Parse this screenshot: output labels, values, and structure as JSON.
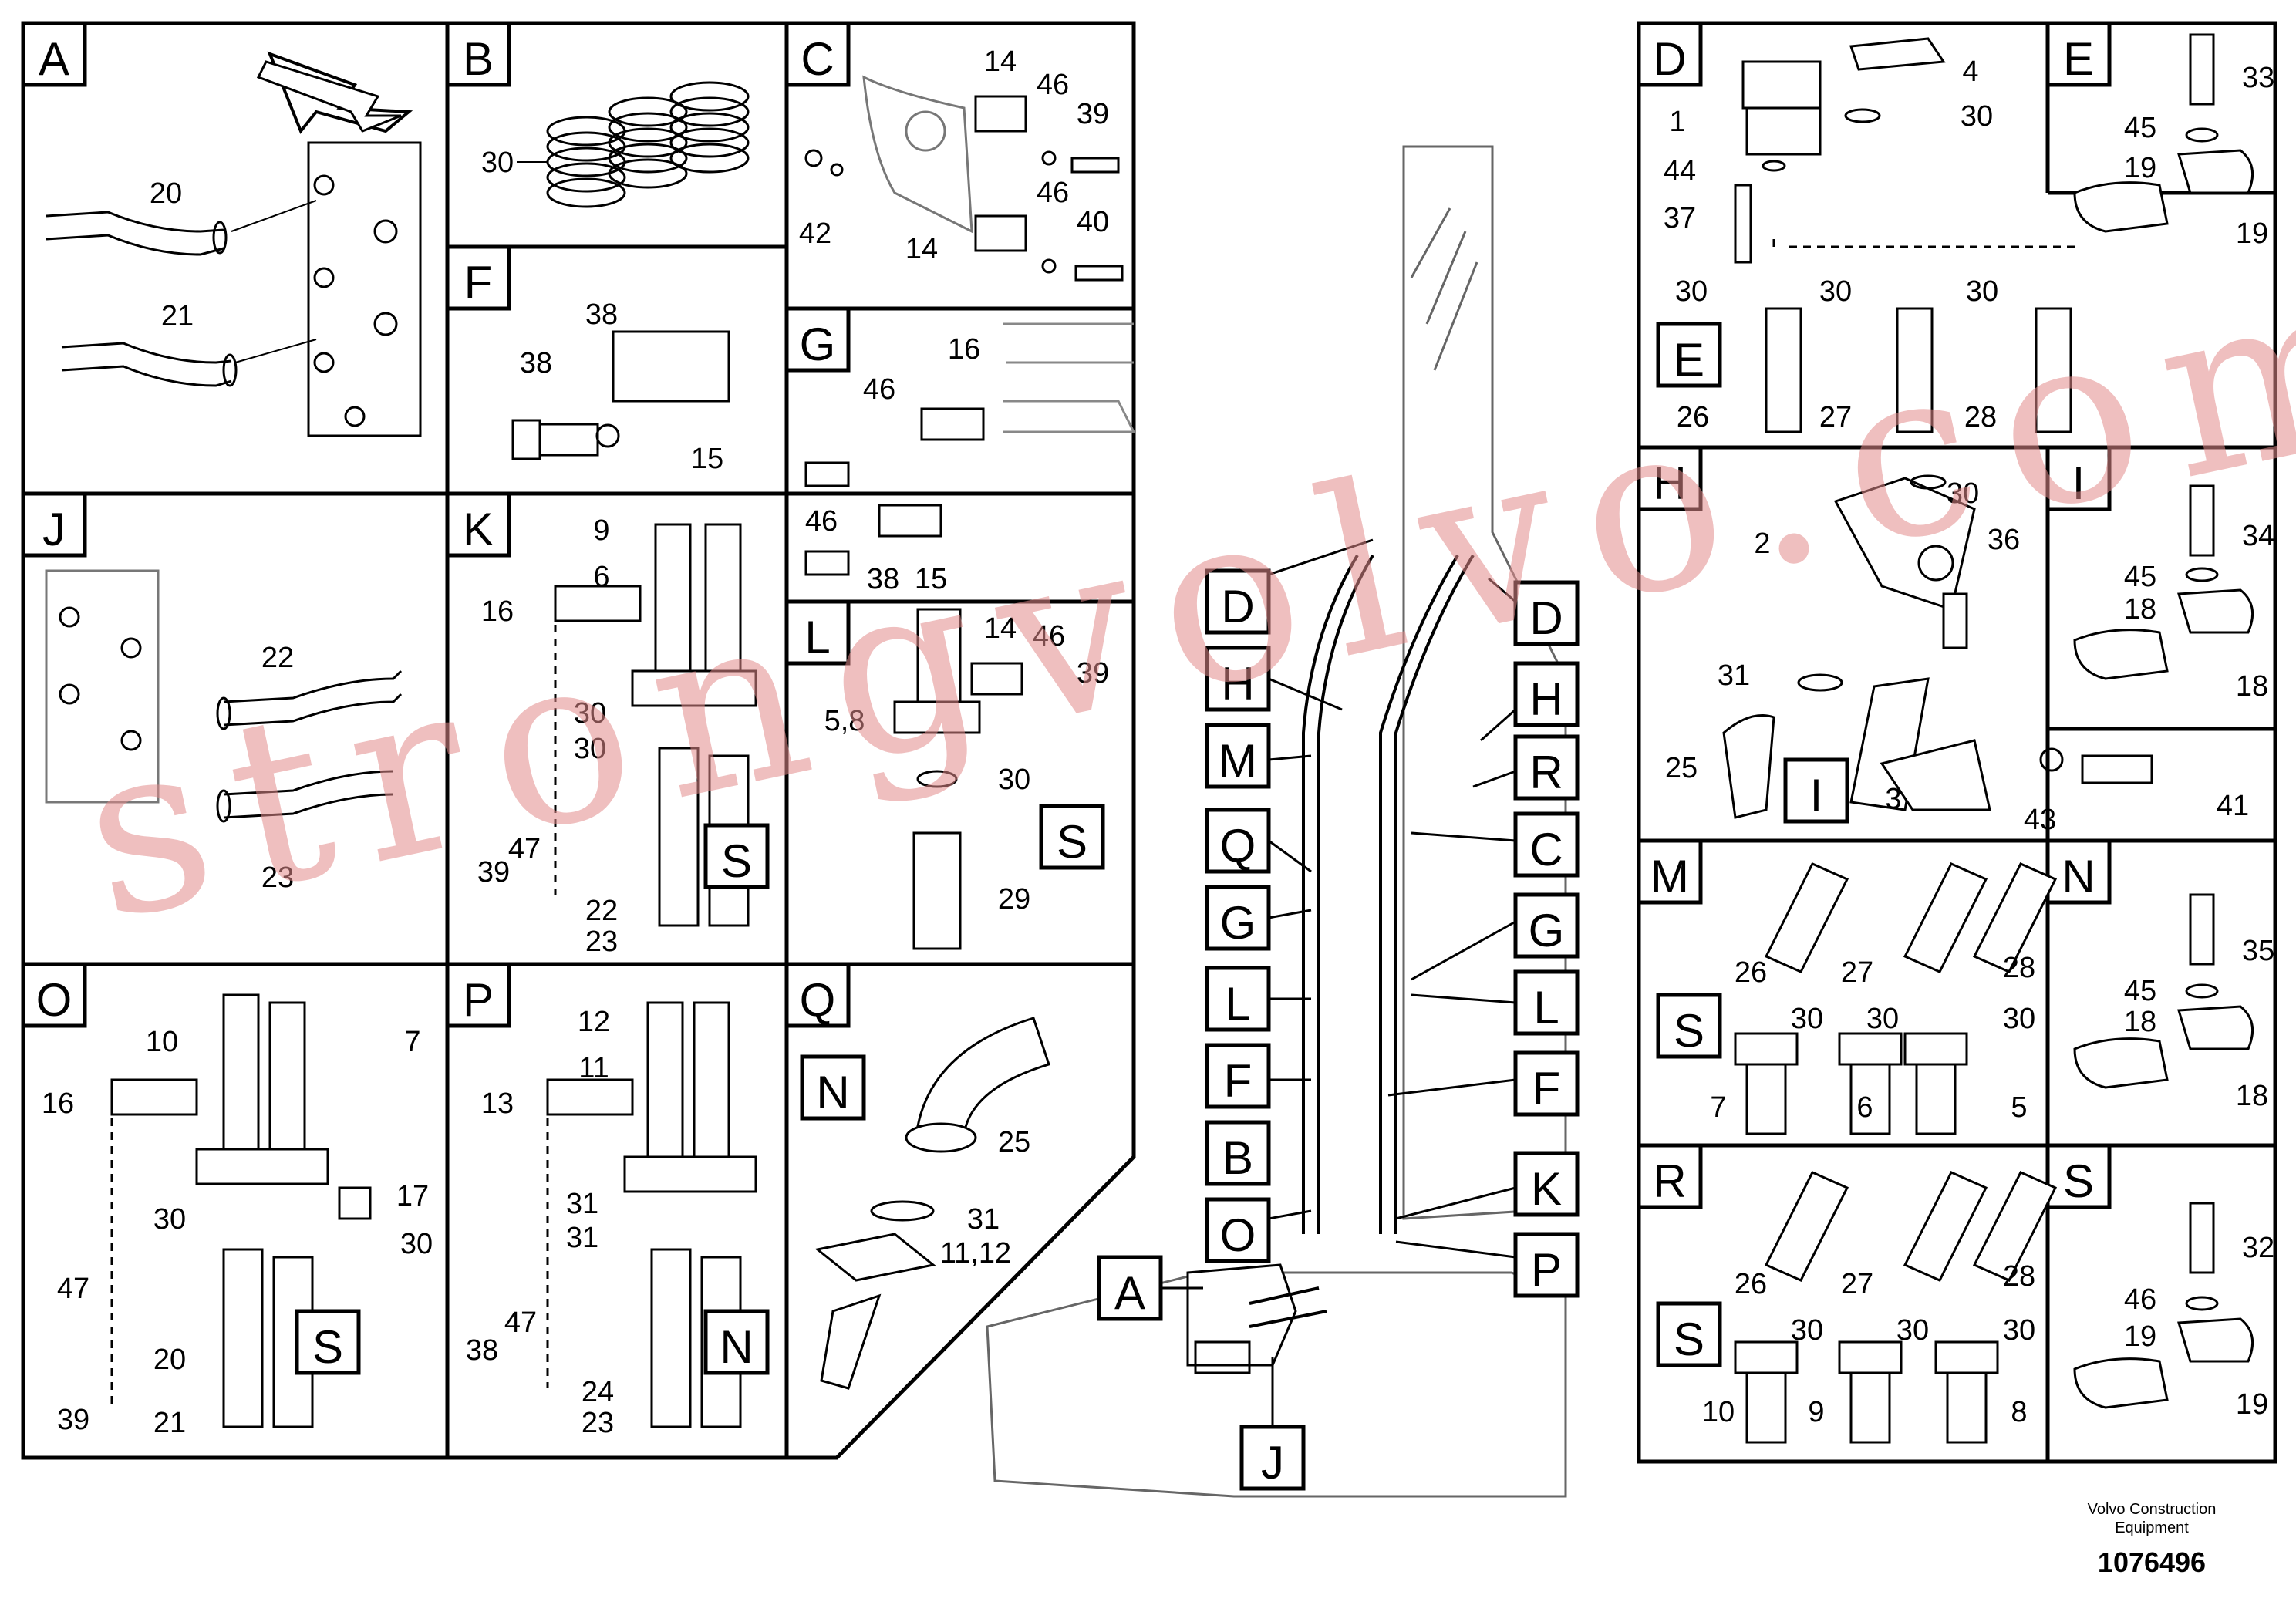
{
  "panels": {
    "A": {
      "letter": "A",
      "callouts": [
        "20",
        "21"
      ]
    },
    "B": {
      "letter": "B",
      "callouts": [
        "30"
      ]
    },
    "C": {
      "letter": "C",
      "callouts": [
        "14",
        "46",
        "39",
        "42",
        "46",
        "40",
        "14"
      ]
    },
    "D": {
      "letter": "D",
      "callouts": [
        "4",
        "1",
        "30",
        "44",
        "37",
        "30",
        "30",
        "30",
        "26",
        "27",
        "28"
      ],
      "sub": "E"
    },
    "E": {
      "letter": "E",
      "callouts": [
        "33",
        "45",
        "19",
        "19"
      ]
    },
    "F": {
      "letter": "F",
      "callouts": [
        "38",
        "38",
        "15"
      ]
    },
    "G": {
      "letter": "G",
      "callouts": [
        "16",
        "46",
        "46",
        "38",
        "15"
      ]
    },
    "H": {
      "letter": "H",
      "callouts": [
        "30",
        "2",
        "36",
        "31",
        "25",
        "3",
        "43",
        "41"
      ],
      "sub": "I"
    },
    "I": {
      "letter": "I",
      "callouts": [
        "34",
        "45",
        "18",
        "18"
      ]
    },
    "J": {
      "letter": "J",
      "callouts": [
        "22",
        "23"
      ]
    },
    "K": {
      "letter": "K",
      "callouts": [
        "9",
        "6",
        "16",
        "30",
        "30",
        "47",
        "39",
        "22",
        "23"
      ],
      "sub": "S"
    },
    "L": {
      "letter": "L",
      "callouts": [
        "14",
        "46",
        "39",
        "5,8",
        "30",
        "29"
      ],
      "sub": "S"
    },
    "M": {
      "letter": "M",
      "callouts": [
        "26",
        "27",
        "28",
        "30",
        "30",
        "30",
        "7",
        "6",
        "5"
      ],
      "sub": "S"
    },
    "N": {
      "letter": "N",
      "callouts": [
        "35",
        "45",
        "18",
        "18"
      ]
    },
    "O": {
      "letter": "O",
      "callouts": [
        "10",
        "7",
        "16",
        "17",
        "30",
        "30",
        "47",
        "20",
        "39",
        "21"
      ],
      "sub": "S"
    },
    "P": {
      "letter": "P",
      "callouts": [
        "12",
        "11",
        "13",
        "31",
        "31",
        "47",
        "38",
        "24",
        "23"
      ],
      "sub": "N"
    },
    "Q": {
      "letter": "Q",
      "callouts": [
        "25",
        "31",
        "11,12"
      ],
      "sub": "N"
    },
    "R": {
      "letter": "R",
      "callouts": [
        "26",
        "27",
        "28",
        "30",
        "30",
        "30",
        "10",
        "9",
        "8"
      ],
      "sub": "S"
    },
    "S": {
      "letter": "S",
      "callouts": [
        "32",
        "46",
        "19",
        "19"
      ]
    }
  },
  "machine_labels": [
    "D",
    "H",
    "M",
    "Q",
    "G",
    "L",
    "F",
    "B",
    "O",
    "A",
    "J",
    "D",
    "H",
    "R",
    "C",
    "G",
    "L",
    "F",
    "K",
    "P"
  ],
  "watermark": "strongvolvo.com",
  "footer": {
    "company_line1": "Volvo Construction",
    "company_line2": "Equipment",
    "part_number": "1076496"
  }
}
